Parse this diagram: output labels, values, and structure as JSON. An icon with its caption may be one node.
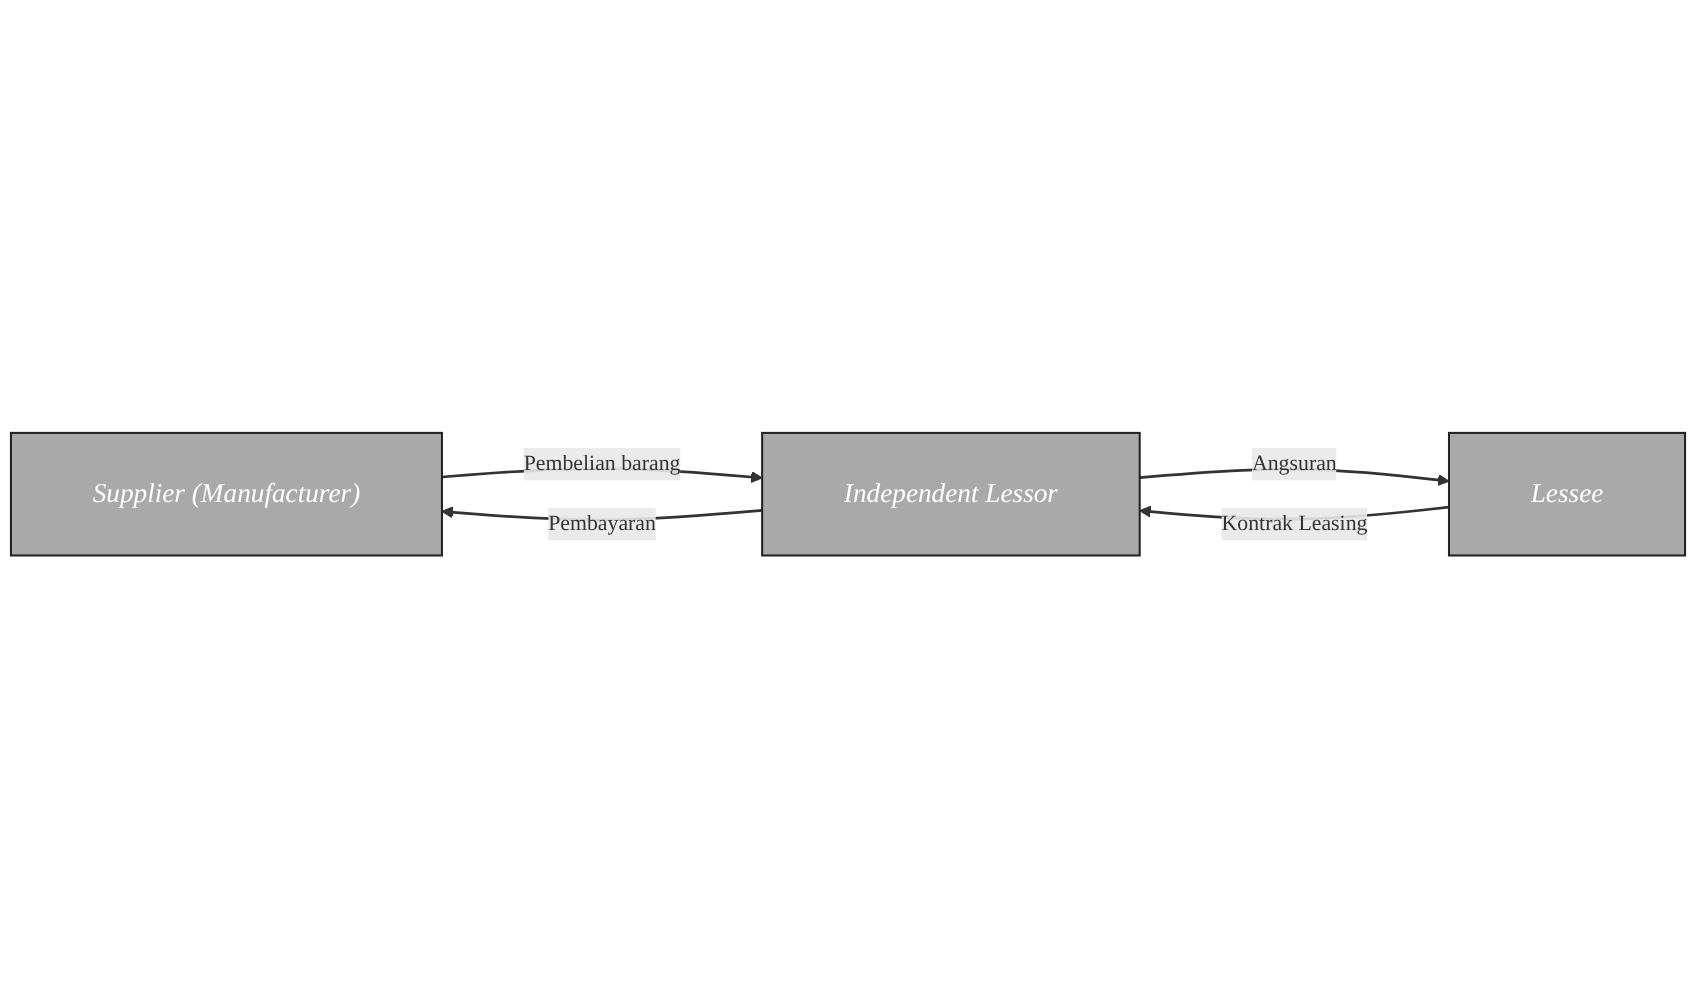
{
  "diagram": {
    "nodes": [
      {
        "text": [
          "Supplier (Manufacturer)"
        ]
      },
      {
        "text": [
          "Independent Lessor"
        ]
      },
      {
        "text": [
          "Lessee"
        ]
      }
    ],
    "edges": [
      {
        "from": 0,
        "to": 1,
        "arrow": "to",
        "label": "Pembelian barang"
      },
      {
        "from": 1,
        "to": 0,
        "arrow": "to",
        "label": "Pembayaran"
      },
      {
        "from": 1,
        "to": 2,
        "arrow": "to",
        "label": "Angsuran"
      },
      {
        "from": 2,
        "to": 1,
        "arrow": "to",
        "label": "Kontrak Leasing"
      }
    ]
  }
}
